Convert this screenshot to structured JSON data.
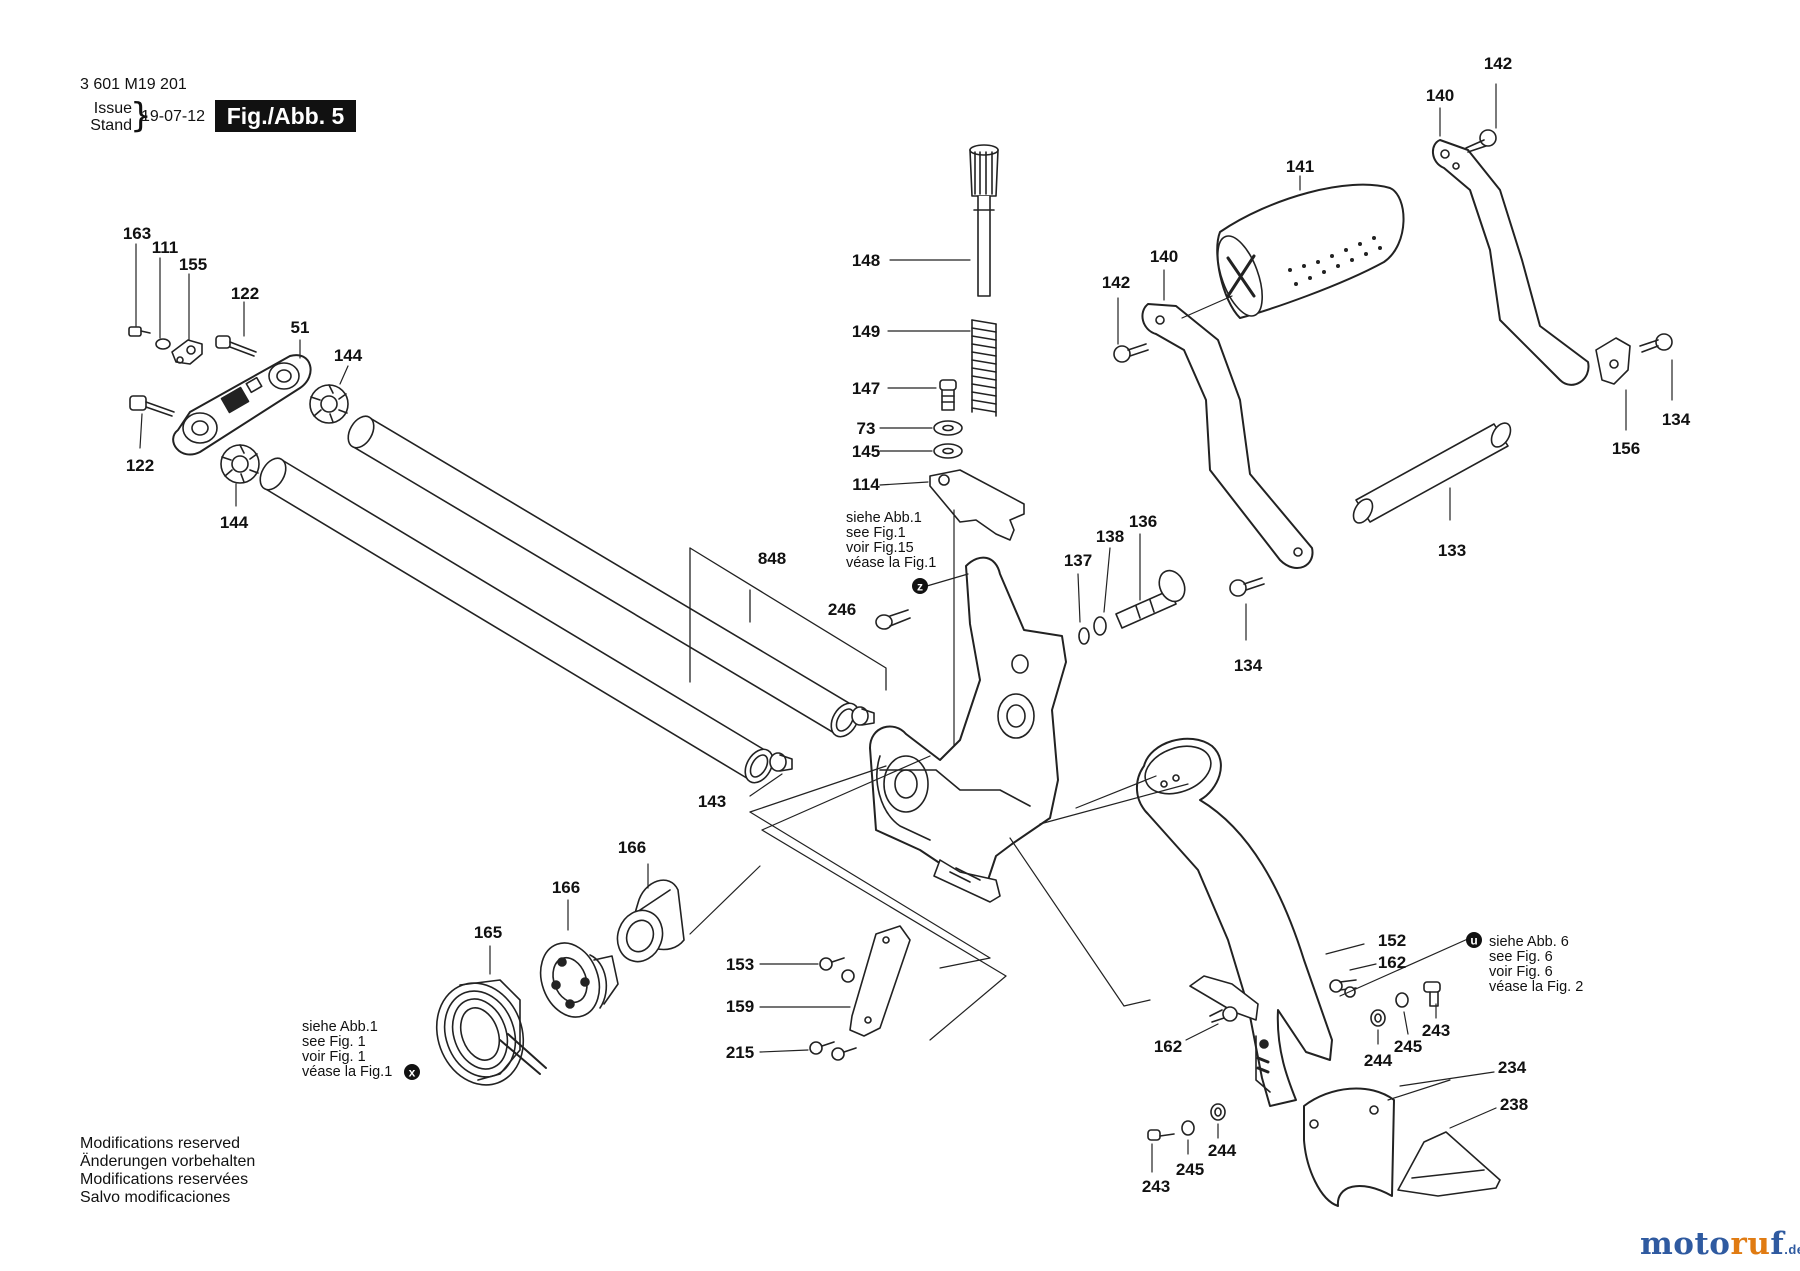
{
  "header": {
    "part_number": "3 601 M19 201",
    "issue_label": "Issue",
    "stand_label": "Stand",
    "date": "19-07-12",
    "figure": "Fig./Abb. 5"
  },
  "modifications": [
    "Modifications reserved",
    "Änderungen vorbehalten",
    "Modifications reservées",
    "Salvo modificaciones"
  ],
  "watermark": {
    "m1": "moto",
    "m2": "ru",
    "m3": "f",
    "tld": ".de"
  },
  "references": {
    "z": {
      "marker": "z",
      "lines": [
        "siehe Abb.1",
        "see Fig.1",
        "voir Fig.15",
        "véase la Fig.1"
      ]
    },
    "u": {
      "marker": "u",
      "lines": [
        "siehe Abb. 6",
        "see Fig. 6",
        "voir Fig. 6",
        "véase la Fig. 2"
      ]
    },
    "x": {
      "marker": "x",
      "lines": [
        "siehe Abb.1",
        "see Fig. 1",
        "voir Fig. 1",
        "véase la Fig.1"
      ]
    }
  },
  "part_labels": [
    {
      "id": "l163",
      "text": "163"
    },
    {
      "id": "l111",
      "text": "111"
    },
    {
      "id": "l155",
      "text": "155"
    },
    {
      "id": "l122a",
      "text": "122"
    },
    {
      "id": "l51",
      "text": "51"
    },
    {
      "id": "l144a",
      "text": "144"
    },
    {
      "id": "l122b",
      "text": "122"
    },
    {
      "id": "l144b",
      "text": "144"
    },
    {
      "id": "l148",
      "text": "148"
    },
    {
      "id": "l149",
      "text": "149"
    },
    {
      "id": "l147",
      "text": "147"
    },
    {
      "id": "l73",
      "text": "73"
    },
    {
      "id": "l145",
      "text": "145"
    },
    {
      "id": "l114",
      "text": "114"
    },
    {
      "id": "l848",
      "text": "848"
    },
    {
      "id": "l246",
      "text": "246"
    },
    {
      "id": "l143",
      "text": "143"
    },
    {
      "id": "l166a",
      "text": "166"
    },
    {
      "id": "l166b",
      "text": "166"
    },
    {
      "id": "l165",
      "text": "165"
    },
    {
      "id": "l153",
      "text": "153"
    },
    {
      "id": "l159",
      "text": "159"
    },
    {
      "id": "l215",
      "text": "215"
    },
    {
      "id": "l142a",
      "text": "142"
    },
    {
      "id": "l140a",
      "text": "140"
    },
    {
      "id": "l141",
      "text": "141"
    },
    {
      "id": "l140b",
      "text": "140"
    },
    {
      "id": "l142b",
      "text": "142"
    },
    {
      "id": "l134a",
      "text": "134"
    },
    {
      "id": "l156",
      "text": "156"
    },
    {
      "id": "l133",
      "text": "133"
    },
    {
      "id": "l136",
      "text": "136"
    },
    {
      "id": "l138",
      "text": "138"
    },
    {
      "id": "l137",
      "text": "137"
    },
    {
      "id": "l134b",
      "text": "134"
    },
    {
      "id": "l152",
      "text": "152"
    },
    {
      "id": "l162a",
      "text": "162"
    },
    {
      "id": "l162b",
      "text": "162"
    },
    {
      "id": "l243a",
      "text": "243"
    },
    {
      "id": "l245a",
      "text": "245"
    },
    {
      "id": "l244a",
      "text": "244"
    },
    {
      "id": "l234",
      "text": "234"
    },
    {
      "id": "l238",
      "text": "238"
    },
    {
      "id": "l244b",
      "text": "244"
    },
    {
      "id": "l245b",
      "text": "245"
    },
    {
      "id": "l243b",
      "text": "243"
    }
  ]
}
